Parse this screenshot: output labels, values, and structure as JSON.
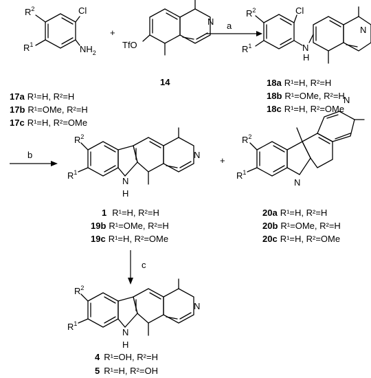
{
  "atoms": {
    "R": "R",
    "one": "1",
    "two": "2",
    "Cl": "Cl",
    "N": "N",
    "NH": "NH",
    "two_sub": "2",
    "TfO": "TfO",
    "H": "H",
    "plus": "+"
  },
  "reagents": {
    "a": "a",
    "b": "b",
    "c": "c"
  },
  "compounds": {
    "c14": "14",
    "c17": [
      {
        "id": "17a",
        "text": "R¹=H, R²=H"
      },
      {
        "id": "17b",
        "text": "R¹=OMe, R²=H"
      },
      {
        "id": "17c",
        "text": "R¹=H, R²=OMe"
      }
    ],
    "c18": [
      {
        "id": "18a",
        "text": "R¹=H, R²=H"
      },
      {
        "id": "18b",
        "text": "R¹=OMe, R²=H"
      },
      {
        "id": "18c",
        "text": "R¹=H, R²=OMe"
      }
    ],
    "c19": [
      {
        "id": "1",
        "text": "R¹=H, R²=H"
      },
      {
        "id": "19b",
        "text": "R¹=OMe, R²=H"
      },
      {
        "id": "19c",
        "text": "R¹=H, R²=OMe"
      }
    ],
    "c20": [
      {
        "id": "20a",
        "text": "R¹=H, R²=H"
      },
      {
        "id": "20b",
        "text": "R¹=OMe, R²=H"
      },
      {
        "id": "20c",
        "text": "R¹=H, R²=OMe"
      }
    ],
    "c45": [
      {
        "id": "4",
        "text": "R¹=OH, R²=H"
      },
      {
        "id": "5",
        "text": "R¹=H, R²=OH"
      }
    ]
  }
}
